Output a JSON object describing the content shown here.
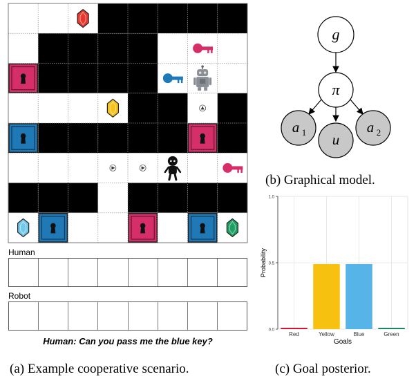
{
  "grid": {
    "rows": 8,
    "cols": 8,
    "walls": [
      [
        0,
        0,
        0,
        1,
        1,
        1,
        1,
        1
      ],
      [
        0,
        1,
        1,
        1,
        1,
        0,
        0,
        0
      ],
      [
        0,
        1,
        1,
        1,
        1,
        0,
        0,
        0
      ],
      [
        0,
        0,
        0,
        0,
        1,
        1,
        0,
        1
      ],
      [
        0,
        1,
        1,
        1,
        1,
        1,
        0,
        1
      ],
      [
        0,
        0,
        0,
        0,
        0,
        0,
        0,
        0
      ],
      [
        1,
        1,
        1,
        0,
        1,
        1,
        1,
        1
      ],
      [
        0,
        0,
        0,
        0,
        0,
        0,
        0,
        0
      ]
    ],
    "gems": [
      {
        "row": 0,
        "col": 2,
        "color": "#e8382e",
        "name": "red"
      },
      {
        "row": 3,
        "col": 3,
        "color": "#f7c21b",
        "name": "yellow"
      },
      {
        "row": 7,
        "col": 0,
        "color": "#73c8ec",
        "name": "blue"
      },
      {
        "row": 7,
        "col": 7,
        "color": "#1f9f63",
        "name": "green"
      }
    ],
    "doors": [
      {
        "row": 2,
        "col": 0,
        "color": "#d62e69"
      },
      {
        "row": 4,
        "col": 0,
        "color": "#2079b7"
      },
      {
        "row": 4,
        "col": 6,
        "color": "#d62e69"
      },
      {
        "row": 7,
        "col": 1,
        "color": "#2079b7"
      },
      {
        "row": 7,
        "col": 4,
        "color": "#d62e69"
      },
      {
        "row": 7,
        "col": 6,
        "color": "#2079b7"
      }
    ],
    "keys": [
      {
        "row": 1,
        "col": 6,
        "color": "#d62e69"
      },
      {
        "row": 2,
        "col": 5,
        "color": "#2079b7"
      },
      {
        "row": 5,
        "col": 7,
        "color": "#d62e69"
      }
    ],
    "robot": {
      "row": 2,
      "col": 6
    },
    "human": {
      "row": 5,
      "col": 5
    },
    "robot_trail": [
      {
        "row": 3,
        "col": 6,
        "dir": "up"
      }
    ],
    "human_trail": [
      {
        "row": 5,
        "col": 3,
        "dir": "right"
      },
      {
        "row": 5,
        "col": 4,
        "dir": "right"
      }
    ]
  },
  "inventory": {
    "human_label": "Human",
    "robot_label": "Robot",
    "slots": 8
  },
  "utterance": "Human: Can you pass me the blue key?",
  "captions": {
    "a": "(a) Example cooperative scenario.",
    "b": "(b) Graphical model.",
    "c": "(c) Goal posterior."
  },
  "graphical_model": {
    "nodes": {
      "g": "g",
      "pi": "π",
      "a1": "a",
      "a1_sub": "1",
      "u": "u",
      "a2": "a",
      "a2_sub": "2"
    }
  },
  "chart_data": {
    "type": "bar",
    "categories": [
      "Red",
      "Yellow",
      "Blue",
      "Green"
    ],
    "values": [
      0.01,
      0.49,
      0.49,
      0.01
    ],
    "colors": [
      "#c8102e",
      "#f7c20f",
      "#56b4e9",
      "#16805a"
    ],
    "xlabel": "Goals",
    "ylabel": "Probability",
    "ylim": [
      0,
      1
    ],
    "yticks": [
      "0.0",
      "0.5",
      "1.0"
    ],
    "grid": true
  }
}
